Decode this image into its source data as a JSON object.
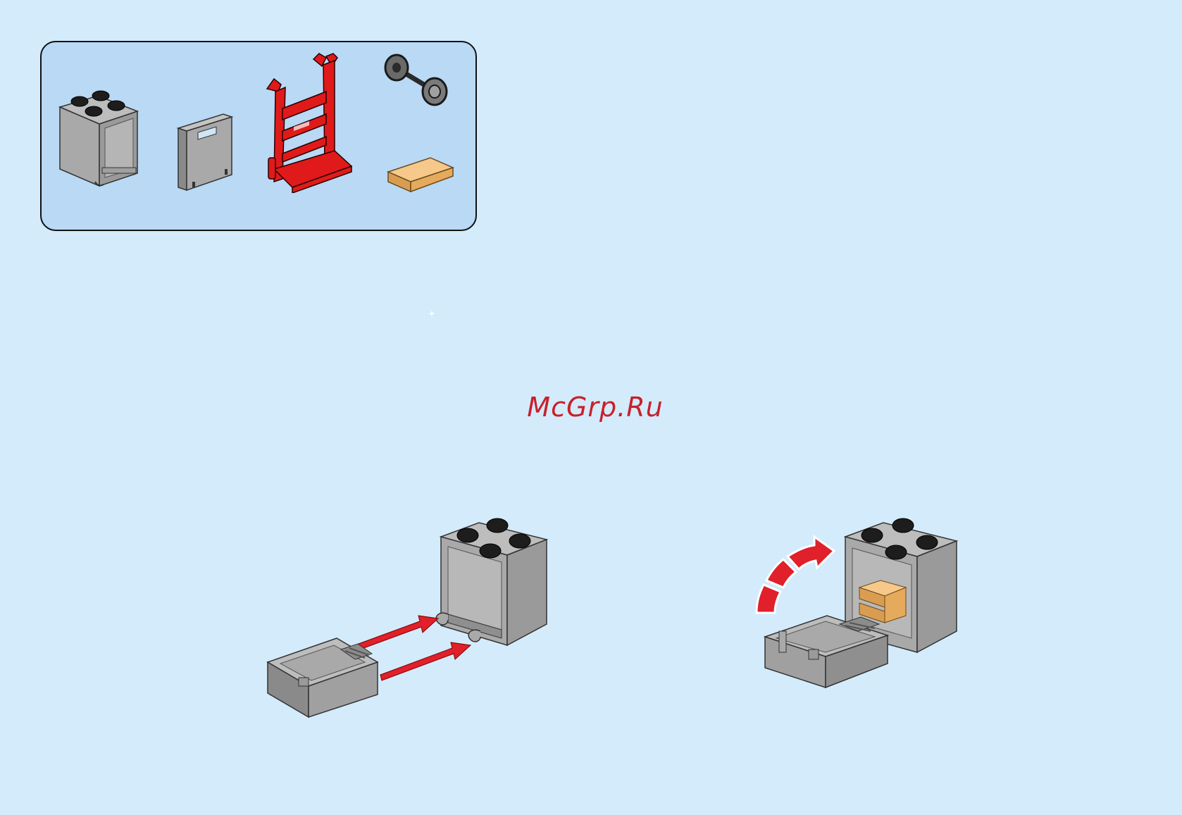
{
  "watermark": {
    "text": "McGrp.Ru",
    "color": "#c8202a"
  },
  "colors": {
    "background": "#d4ebfb",
    "parts_box_fill": "#b9d9f5",
    "brick_gray": "#a9a9a9",
    "brick_gray_dark": "#8a8a8a",
    "stud_black": "#1d1d1d",
    "trolley_red": "#e01a1a",
    "tile_tan": "#f0b56b",
    "arrow_red": "#e0202a"
  },
  "parts": [
    {
      "name": "gray-cupboard-2x2",
      "icon": "cupboard-icon"
    },
    {
      "name": "gray-cupboard-door",
      "icon": "door-icon"
    },
    {
      "name": "red-hand-truck",
      "icon": "hand-truck-icon"
    },
    {
      "name": "wheel-axle",
      "icon": "wheel-axle-icon"
    },
    {
      "name": "tan-tile-1x2",
      "icon": "tile-icon"
    }
  ]
}
